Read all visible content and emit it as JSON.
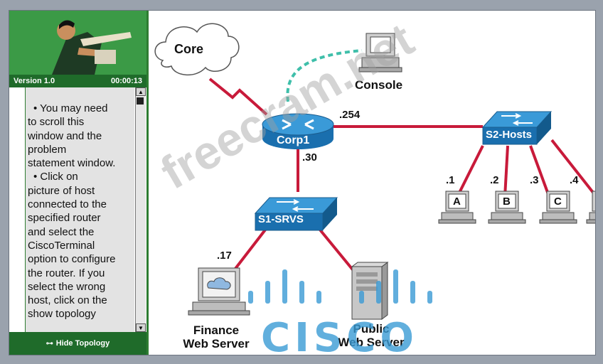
{
  "banner": {
    "version": "Version 1.0",
    "timer": "00:00:13"
  },
  "instructions": {
    "lines": [
      "• You may need",
      "to scroll this",
      "window and the",
      "problem",
      "statement window.",
      "• Click on",
      "picture of host",
      "connected to the",
      "specified router",
      "and select the",
      "CiscoTerminal",
      "option to configure",
      "the router. If you",
      "select the wrong",
      "host, click on the",
      "show topology"
    ]
  },
  "hide_topology": {
    "label": "Hide Topology"
  },
  "topology": {
    "core": "Core",
    "console": "Console",
    "router": "Corp1",
    "router_ip_right": ".254",
    "router_ip_down": ".30",
    "switch_hosts": "S2-Hosts",
    "switch_servers": "S1-SRVS",
    "hosts": [
      {
        "ip": ".1",
        "name": "A"
      },
      {
        "ip": ".2",
        "name": "B"
      },
      {
        "ip": ".3",
        "name": "C"
      },
      {
        "ip": ".4",
        "name": ""
      }
    ],
    "finance_ip": ".17",
    "finance_line1": "Finance",
    "finance_line2": "Web Server",
    "public_line1": "Public",
    "public_line2": "Web Server"
  },
  "watermark": {
    "site": "freecram.net",
    "brand": "CISCO"
  },
  "colors": {
    "link": "#c81a3a",
    "console_link": "#3fbfaa",
    "device_blue": "#1f7fc0",
    "panel_green": "#1f6b2a",
    "cisco_blue": "#3a9bd5"
  }
}
